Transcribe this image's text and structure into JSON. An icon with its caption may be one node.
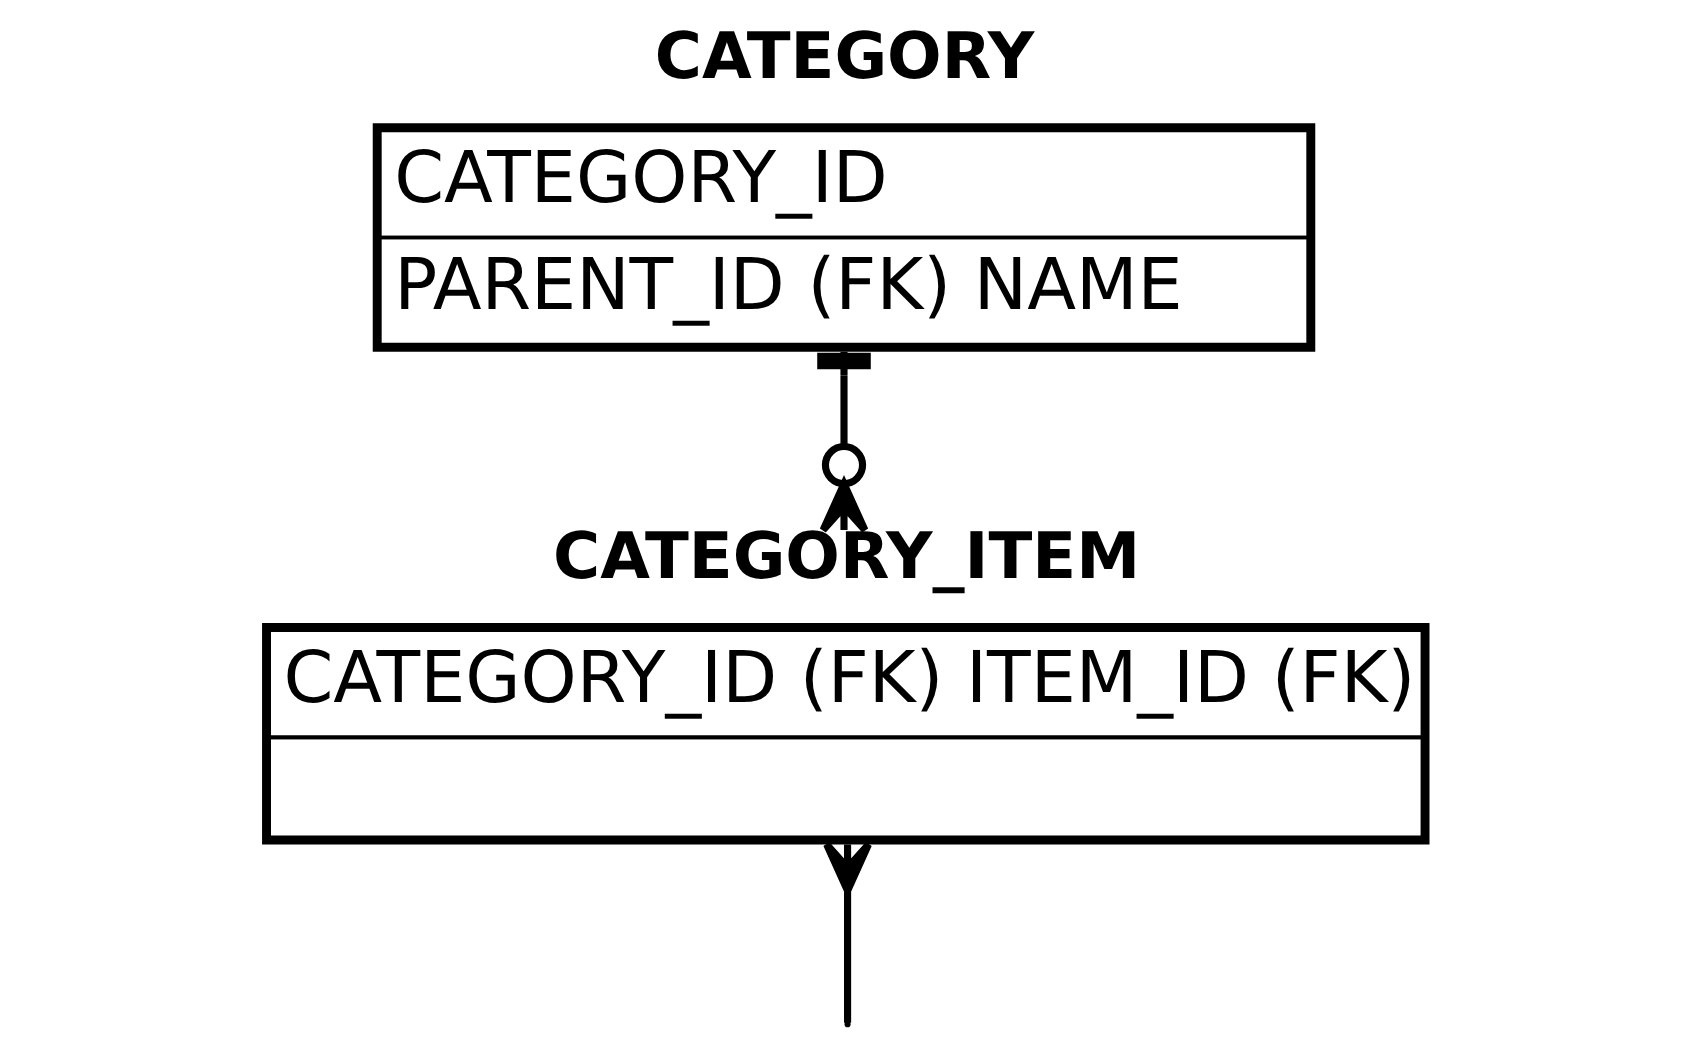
{
  "diagram": {
    "nodes": [
      {
        "text": [
          "CATEGORY",
          "CATEGORY_ID",
          "PARENT_ID (FK) NAME"
        ]
      },
      {
        "text": [
          "CATEGORY_ITEM",
          "CATEGORY_ID (FK) ITEM_ID (FK)"
        ]
      }
    ],
    "edges": [
      {
        "from": 0,
        "to": 1,
        "arrow": "other"
      },
      {
        "from": 1,
        "to": null,
        "arrow": "other"
      }
    ]
  }
}
